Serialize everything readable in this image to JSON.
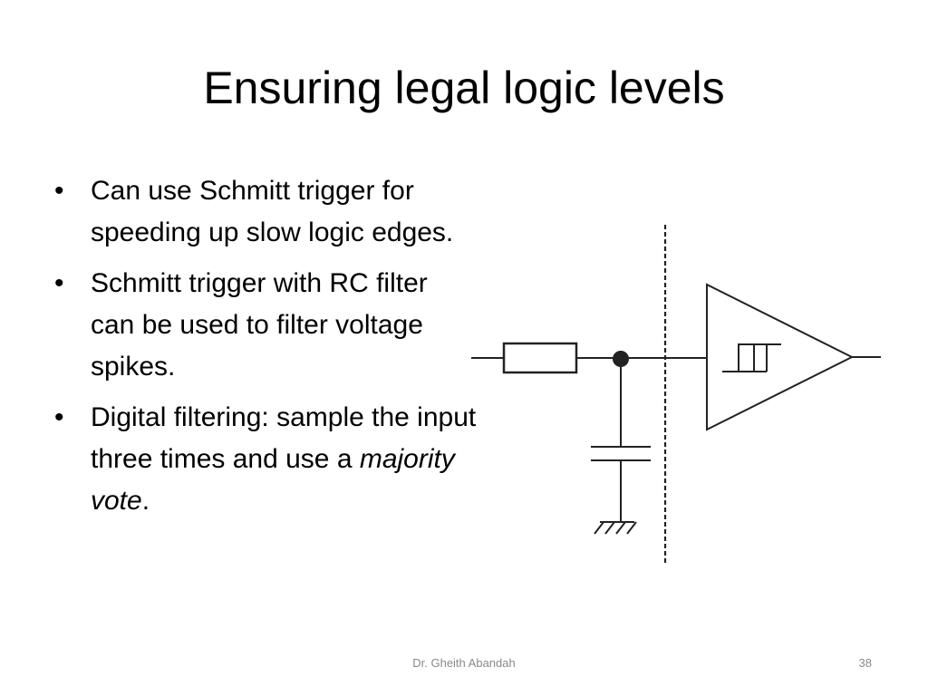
{
  "slide": {
    "title": "Ensuring legal logic levels",
    "bullets": [
      {
        "marker": "•",
        "text": "Can use Schmitt trigger for speeding up slow logic edges."
      },
      {
        "marker": "•",
        "text": "Schmitt trigger with RC filter can be used to filter voltage spikes."
      },
      {
        "marker": "•",
        "text_before": "Digital filtering: sample the input three times and use a ",
        "text_emphasis": "majority vote",
        "text_after": "."
      }
    ],
    "footer": {
      "author": "Dr. Gheith Abandah",
      "page_number": "38"
    }
  },
  "diagram": {
    "components": [
      "resistor",
      "node",
      "capacitor",
      "ground",
      "dashed-boundary",
      "schmitt-trigger-buffer"
    ]
  }
}
